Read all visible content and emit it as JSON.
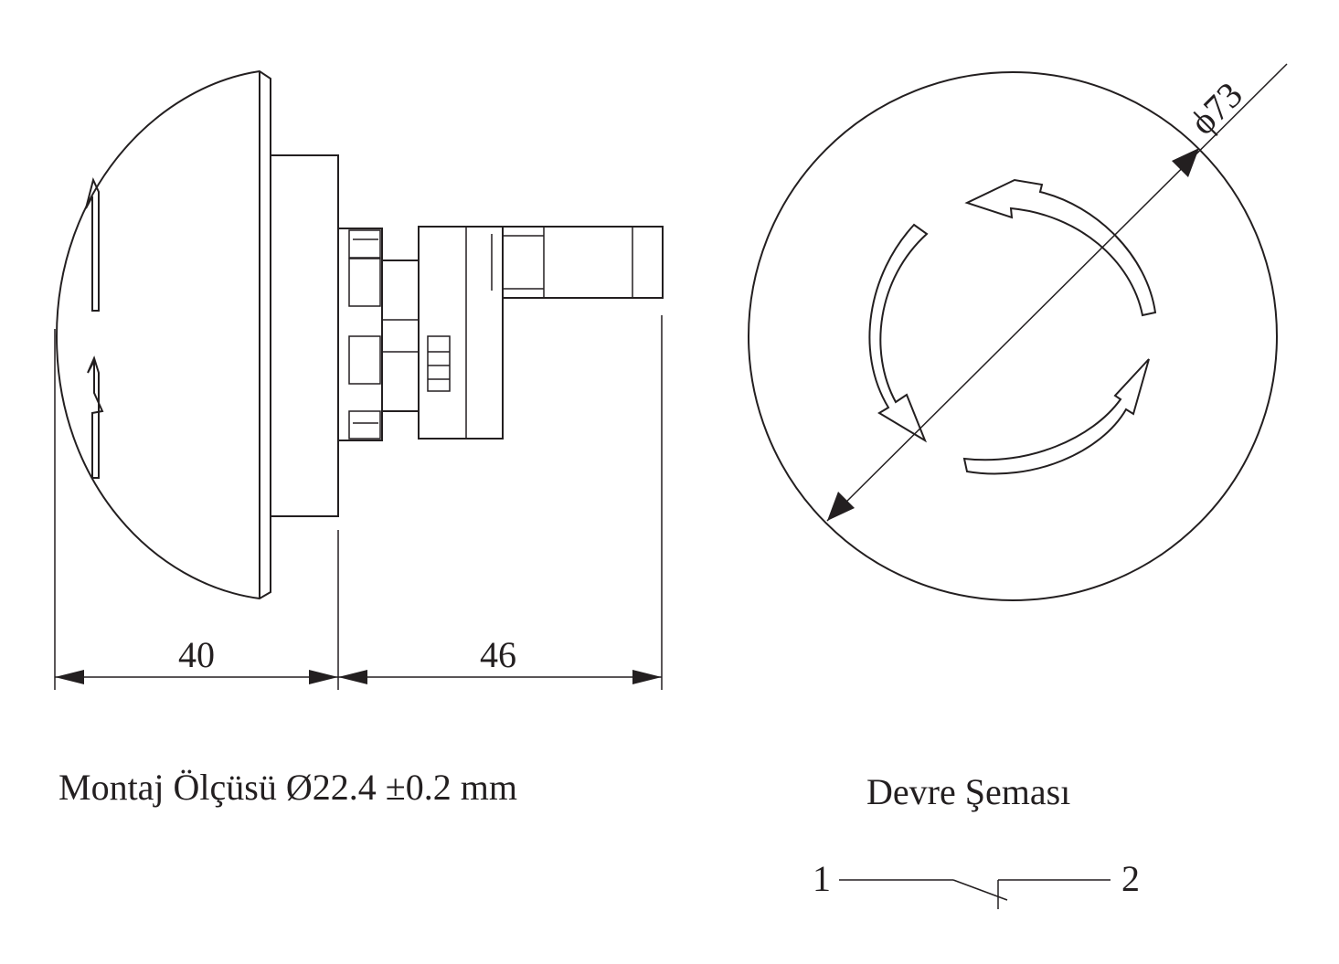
{
  "side_view": {
    "dim_left": "40",
    "dim_right": "46"
  },
  "front_view": {
    "diameter_label": "ϕ73"
  },
  "labels": {
    "mounting": "Montaj Ölçüsü Ø22.4 ±0.2 mm",
    "circuit_title": "Devre Şeması"
  },
  "circuit": {
    "terminal_1": "1",
    "terminal_2": "2"
  },
  "colors": {
    "line": "#231f20",
    "background": "#ffffff"
  }
}
